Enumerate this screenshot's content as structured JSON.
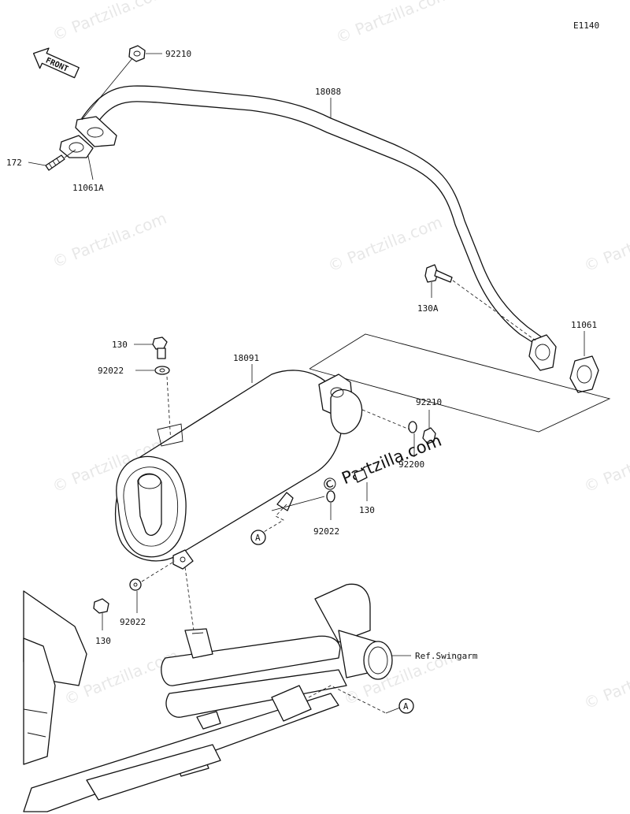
{
  "diagram_code": "E1140",
  "front_label": "FRONT",
  "watermark": "© Partzilla.com",
  "callouts": {
    "p92210_top": "92210",
    "p18088": "18088",
    "p172": "172",
    "p11061A": "11061A",
    "p130A": "130A",
    "p11061": "11061",
    "p130_top": "130",
    "p92022_top": "92022",
    "p18091": "18091",
    "p92210_right": "92210",
    "p92200": "92200",
    "p130_mid": "130",
    "p92022_mid": "92022",
    "p92022_low": "92022",
    "p130_low": "130",
    "ref_swingarm": "Ref.Swingarm",
    "refA_upper": "A",
    "refA_lower": "A"
  }
}
